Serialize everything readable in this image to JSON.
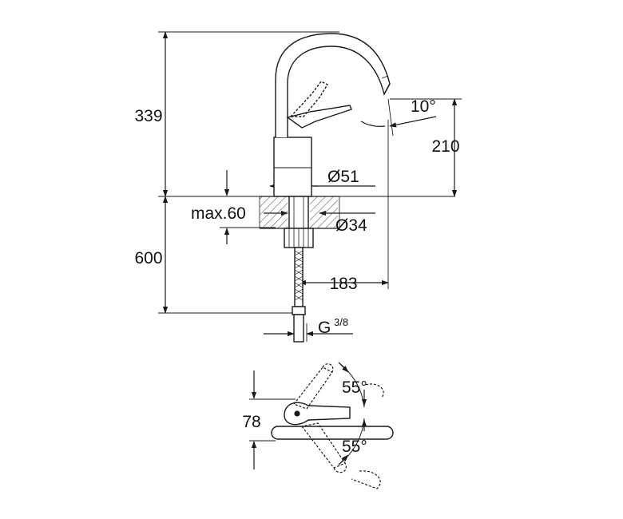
{
  "side_view": {
    "height_above_deck": "339",
    "spout_height": "210",
    "spout_angle": "10°",
    "base_diameter": "Ø51",
    "max_deck_thickness": "max.60",
    "hole_diameter": "Ø34",
    "height_below_deck": "600",
    "spout_reach": "183",
    "connection_thread": "G",
    "connection_fraction": "3/8"
  },
  "top_view": {
    "lever_depth": "78",
    "lever_swing_back": "55°",
    "lever_swing_front": "55°"
  },
  "colors": {
    "line": "#1a1a1a",
    "hatch": "#444444",
    "background": "#ffffff"
  }
}
